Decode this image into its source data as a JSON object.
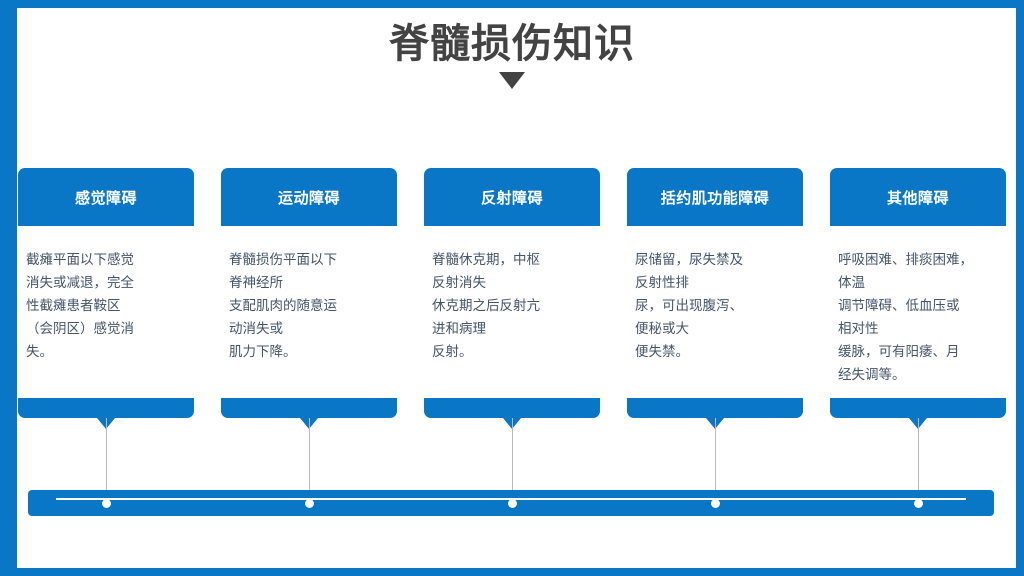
{
  "slide": {
    "title": "脊髓损伤知识",
    "caret_icon": "triangle-down-icon",
    "accent_color": "#0A77C6",
    "title_color": "#434343",
    "body_text_color": "#46556B"
  },
  "cards": [
    {
      "header": "感觉障碍",
      "body": "截瘫平面以下感觉\n消失或减退，完全\n性截瘫患者鞍区\n（会阴区）感觉消\n失。"
    },
    {
      "header": "运动障碍",
      "body": "脊髓损伤平面以下\n脊神经所\n支配肌肉的随意运\n动消失或\n肌力下降。"
    },
    {
      "header": "反射障碍",
      "body": "脊髓休克期，中枢\n反射消失\n休克期之后反射亢\n进和病理\n反射。"
    },
    {
      "header": "括约肌功能障碍",
      "body": "尿储留，尿失禁及\n反射性排\n尿，可出现腹泻、\n便秘或大\n便失禁。"
    },
    {
      "header": "其他障碍",
      "body": "呼吸困难、排痰困难，\n体温\n调节障碍、低血压或\n相对性\n缓脉，可有阳痿、月\n经失调等。"
    }
  ],
  "timeline": {
    "marker_count": 5
  }
}
